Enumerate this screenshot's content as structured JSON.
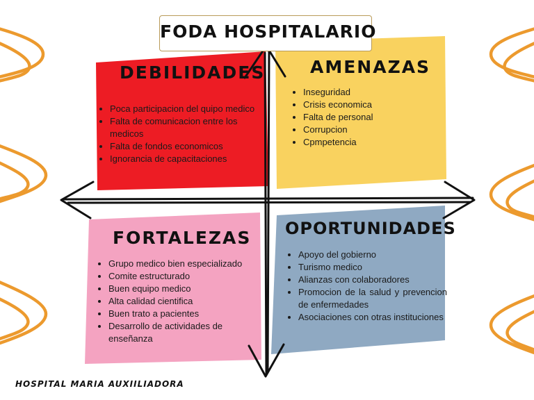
{
  "title": "FODA HOSPITALARIO",
  "footer": "HOSPITAL MARIA AUXIILIADORA",
  "colors": {
    "debilidades": "#ed1c24",
    "amenazas": "#f9d25f",
    "fortalezas": "#f4a3c1",
    "oportunidades": "#8fa9c2",
    "decoration": "#ec9a2e",
    "arrows": "#111111"
  },
  "quadrants": {
    "debilidades": {
      "title": "DEBILIDADES",
      "items": [
        "Poca participacion del quipo medico",
        "Falta de comunicacion entre los medicos",
        "Falta de fondos economicos",
        "Ignorancia de capacitaciones"
      ]
    },
    "amenazas": {
      "title": "AMENAZAS",
      "items": [
        "Inseguridad",
        "Crisis economica",
        "Falta de personal",
        "Corrupcion",
        "Cpmpetencia"
      ]
    },
    "fortalezas": {
      "title": "FORTALEZAS",
      "items": [
        "Grupo medico bien especializado",
        "Comite estructurado",
        "Buen equipo medico",
        "Alta calidad cientifica",
        "Buen trato a pacientes",
        "Desarrollo de actividades de enseñanza"
      ]
    },
    "oportunidades": {
      "title": "OPORTUNIDADES",
      "items": [
        "Apoyo del gobierno",
        "Turismo medico",
        "Alianzas con colaboradores",
        "Promocion de la salud y prevencion de enfermedades",
        "Asociaciones con otras instituciones"
      ]
    }
  }
}
